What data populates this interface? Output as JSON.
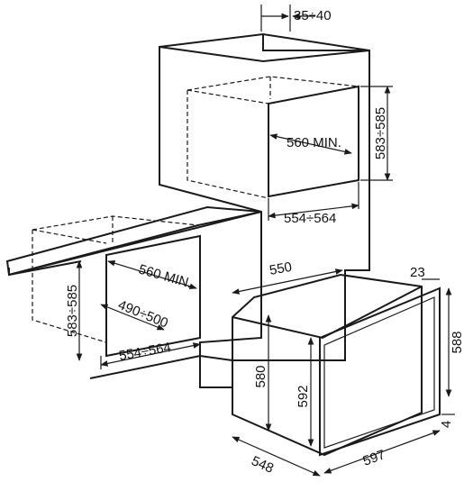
{
  "colors": {
    "line": "#1a1a1a",
    "background": "#ffffff"
  },
  "dims": {
    "gap_35_40": "35÷40",
    "upper_height_583_585": "583÷585",
    "upper_depth_560": "560 MIN.",
    "upper_width_554_564": "554÷564",
    "lower_depth_560": "560 MIN.",
    "lower_height_583_585": "583÷585",
    "lower_depth_490_500": "490÷500",
    "lower_width_554_564": "554÷564",
    "oven_width_550": "550",
    "oven_front_23": "23",
    "oven_height_588": "588",
    "oven_inner_580": "580",
    "oven_inner_592": "592",
    "oven_gap_4": "4",
    "oven_depth_548": "548",
    "oven_front_597": "597"
  }
}
